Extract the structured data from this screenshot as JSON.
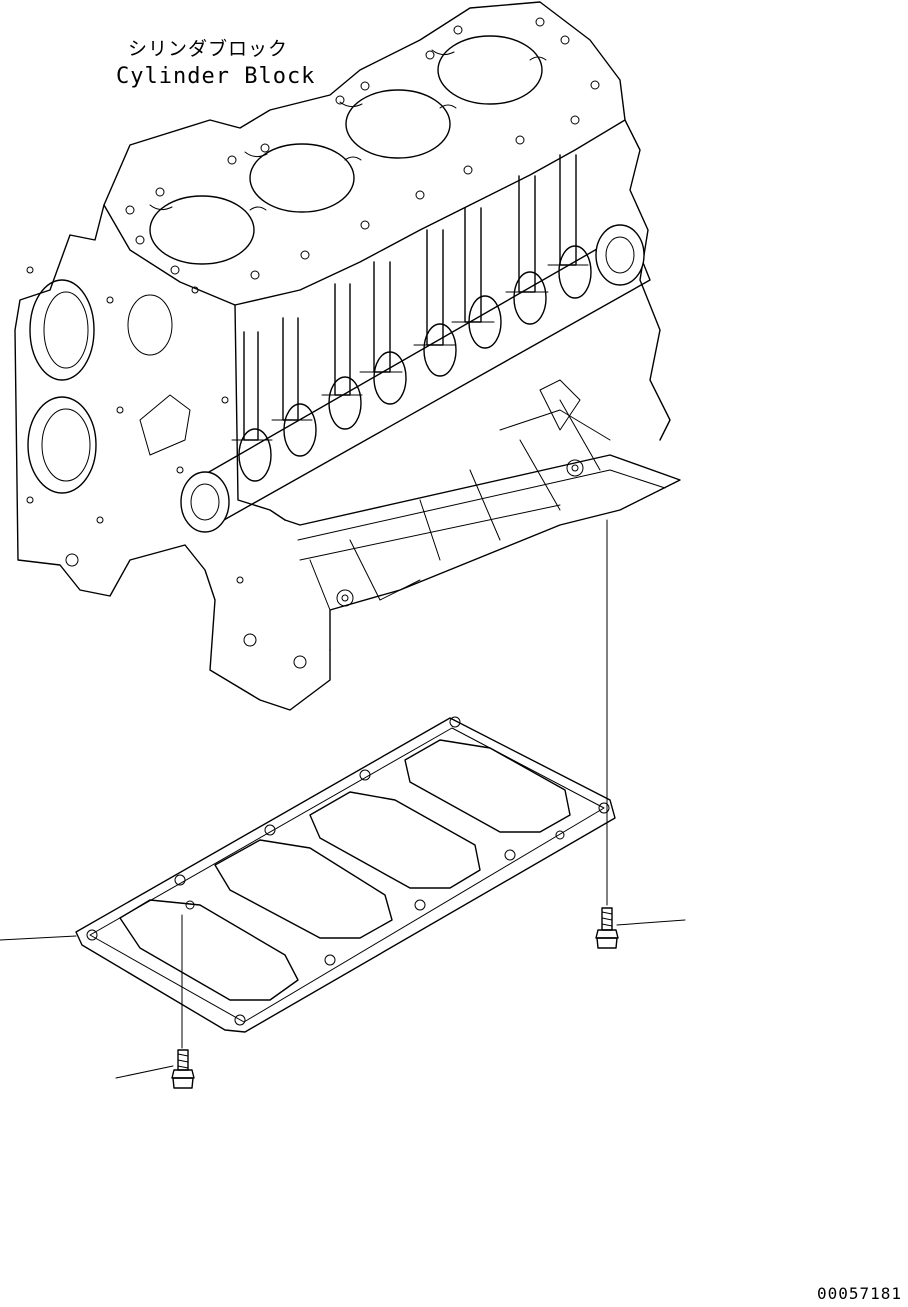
{
  "diagram": {
    "part_label_jp": "シリンダブロック",
    "part_label_en": "Cylinder Block",
    "drawing_number": "00057181"
  },
  "parts": {
    "cylinder_block": "cylinder-block",
    "gasket": "oil-pan-gasket",
    "bolts": [
      "bolt-right",
      "bolt-left"
    ]
  }
}
